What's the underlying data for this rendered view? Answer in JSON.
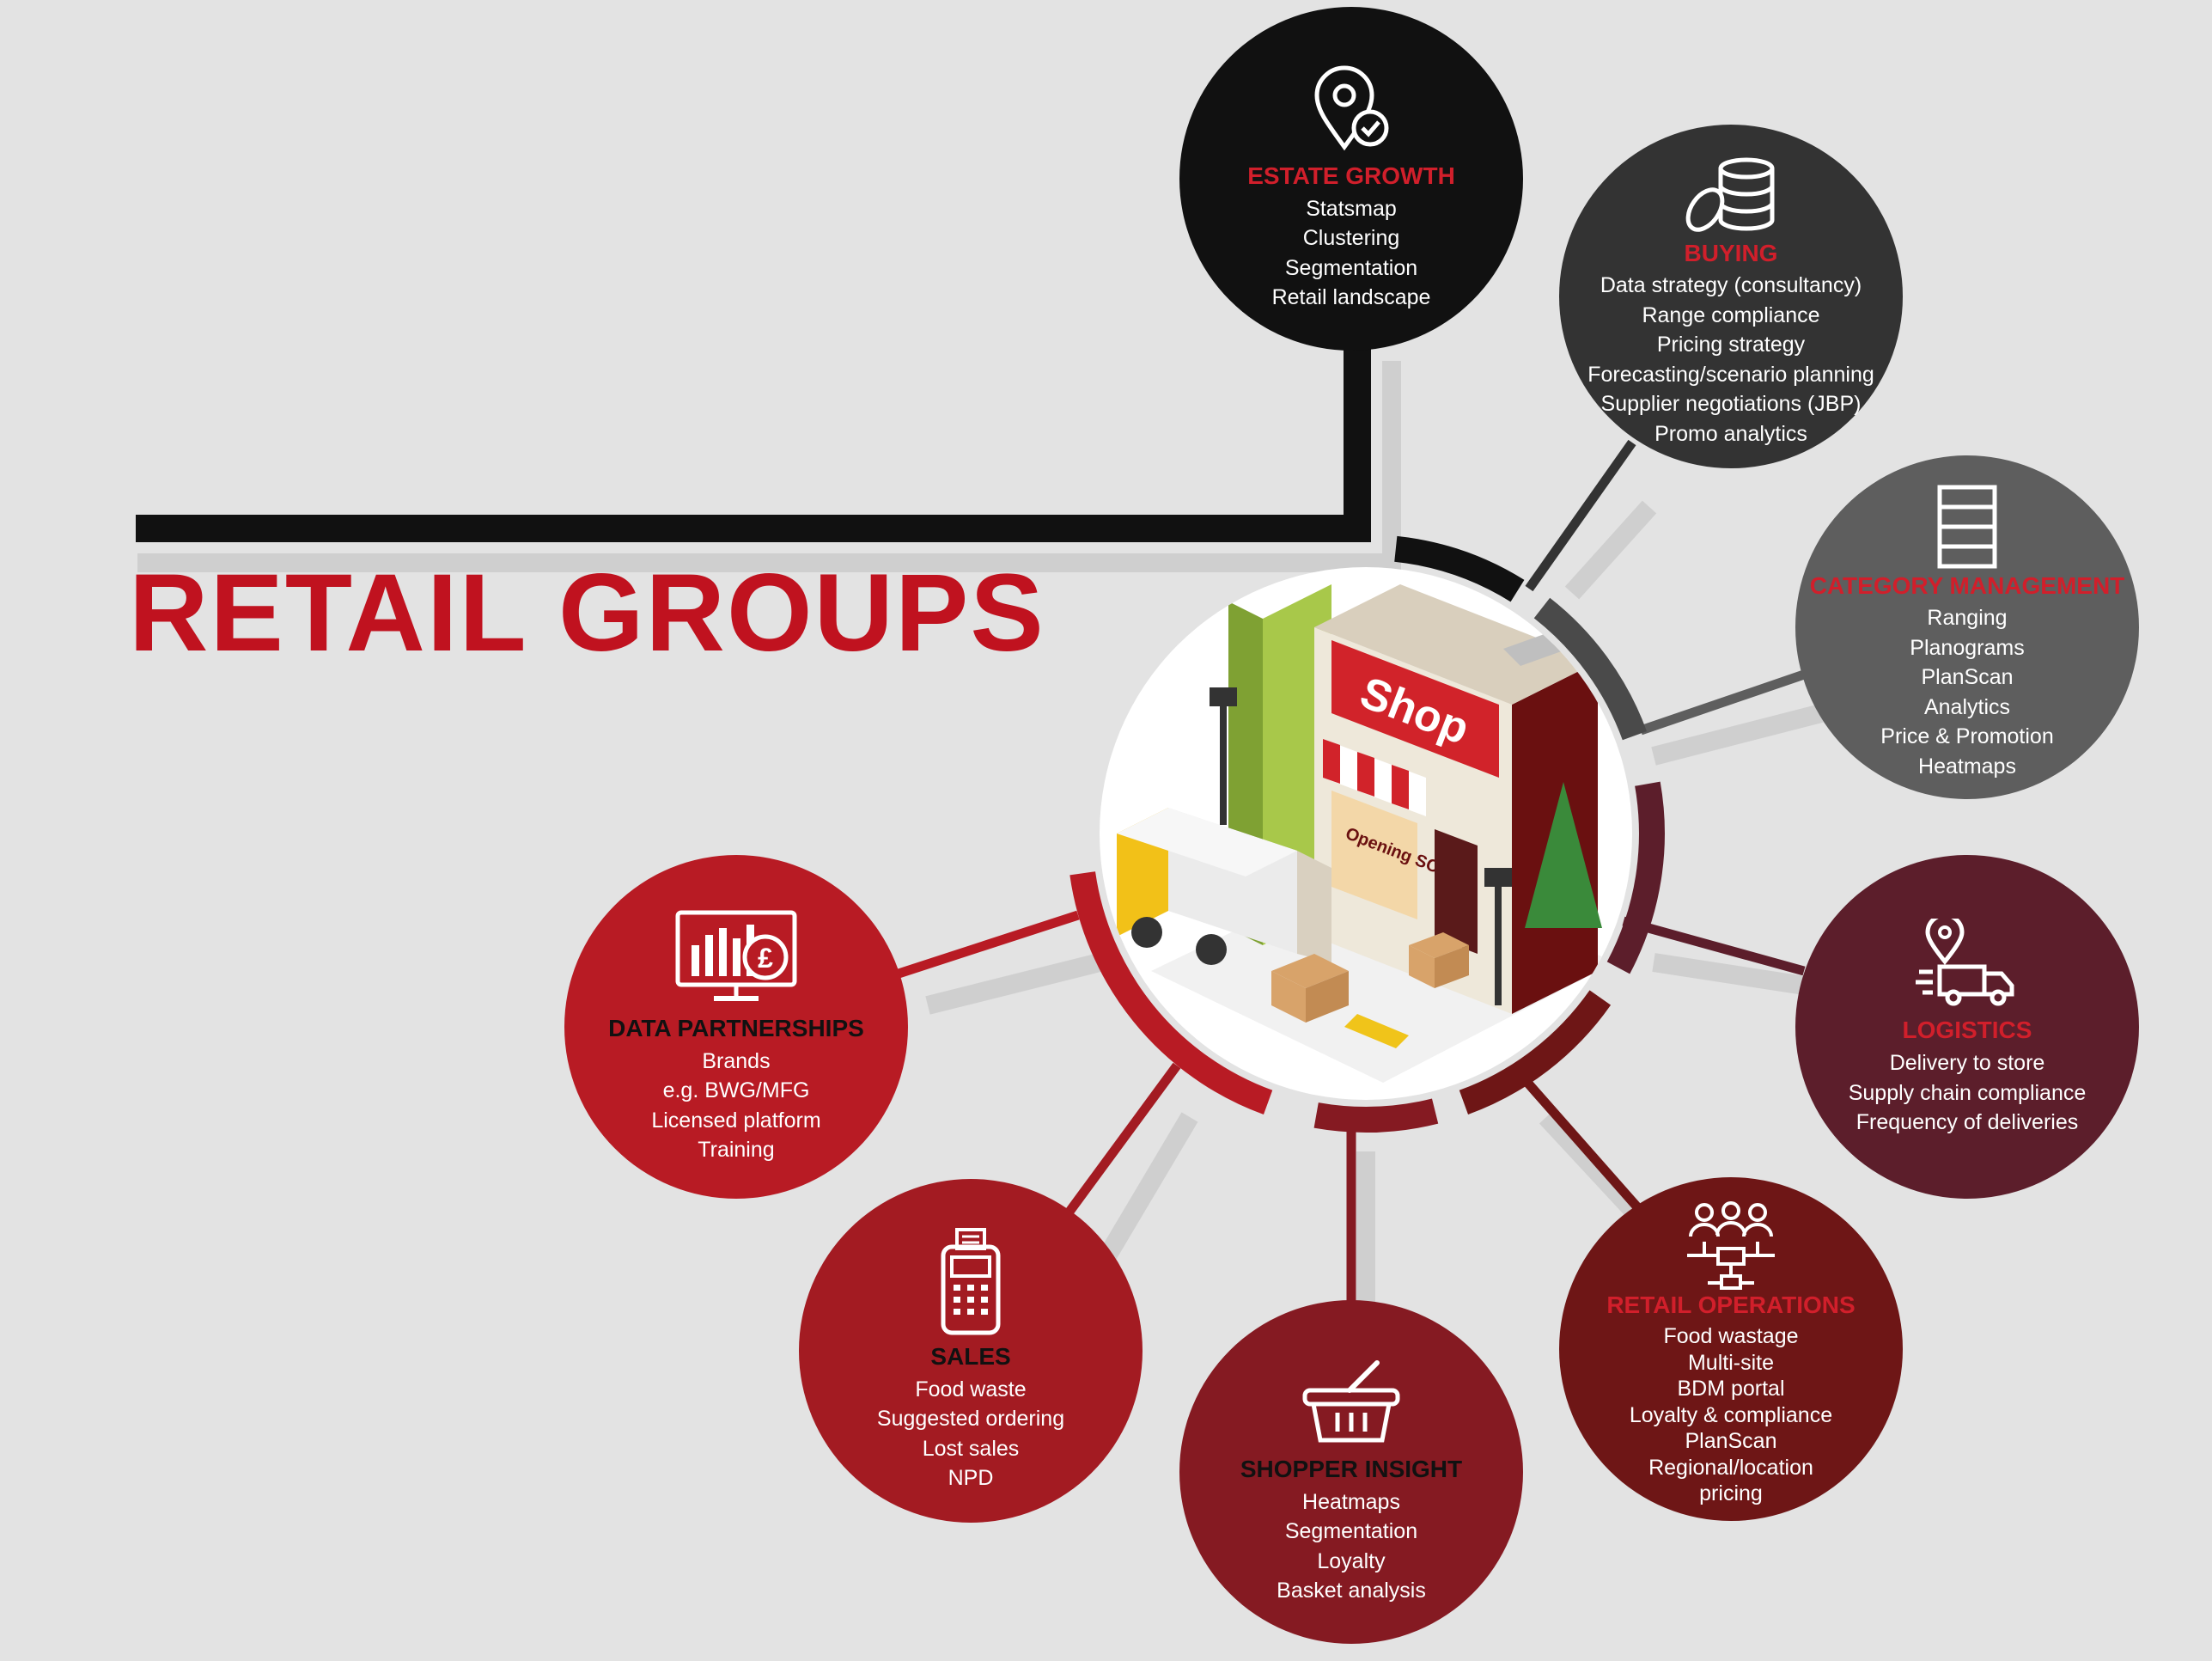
{
  "title": "RETAIL GROUPS",
  "colors": {
    "background": "#e3e3e3",
    "title_red": "#c0121f",
    "estate_growth": "#111111",
    "buying": "#333333",
    "category_management": "#5e5e5e",
    "logistics": "#5c1e2b",
    "retail_operations": "#6e1616",
    "shopper_insight": "#851a22",
    "sales": "#a31b22",
    "data_partnerships": "#b81b24"
  },
  "center_image": {
    "sign": "Shop",
    "poster": "Opening SOON!"
  },
  "nodes": {
    "estate_growth": {
      "icon": "location-check-icon",
      "title": "ESTATE GROWTH",
      "items": [
        "Statsmap",
        "Clustering",
        "Segmentation",
        "Retail landscape"
      ]
    },
    "buying": {
      "icon": "coins-stack-icon",
      "title": "BUYING",
      "items": [
        "Data strategy (consultancy)",
        "Range compliance",
        "Pricing strategy",
        "Forecasting/scenario planning",
        "Supplier negotiations (JBP)",
        "Promo analytics"
      ]
    },
    "category_management": {
      "icon": "shelves-icon",
      "title": "CATEGORY MANAGEMENT",
      "items": [
        "Ranging",
        "Planograms",
        "PlanScan",
        "Analytics",
        "Price & Promotion",
        "Heatmaps"
      ]
    },
    "logistics": {
      "icon": "delivery-truck-icon",
      "title": "LOGISTICS",
      "items": [
        "Delivery to store",
        "Supply chain compliance",
        "Frequency of deliveries"
      ]
    },
    "retail_operations": {
      "icon": "people-network-icon",
      "title": "RETAIL OPERATIONS",
      "items": [
        "Food wastage",
        "Multi-site",
        "BDM portal",
        "Loyalty & compliance",
        "PlanScan",
        "Regional/location",
        "pricing"
      ]
    },
    "shopper_insight": {
      "icon": "shopping-basket-icon",
      "title": "SHOPPER INSIGHT",
      "items": [
        "Heatmaps",
        "Segmentation",
        "Loyalty",
        "Basket analysis"
      ]
    },
    "sales": {
      "icon": "card-terminal-icon",
      "title": "SALES",
      "items": [
        "Food waste",
        "Suggested ordering",
        "Lost sales",
        "NPD"
      ]
    },
    "data_partnerships": {
      "icon": "monitor-chart-pound-icon",
      "title": "DATA PARTNERSHIPS",
      "items": [
        "Brands",
        "e.g. BWG/MFG",
        "Licensed platform",
        "Training"
      ]
    }
  }
}
